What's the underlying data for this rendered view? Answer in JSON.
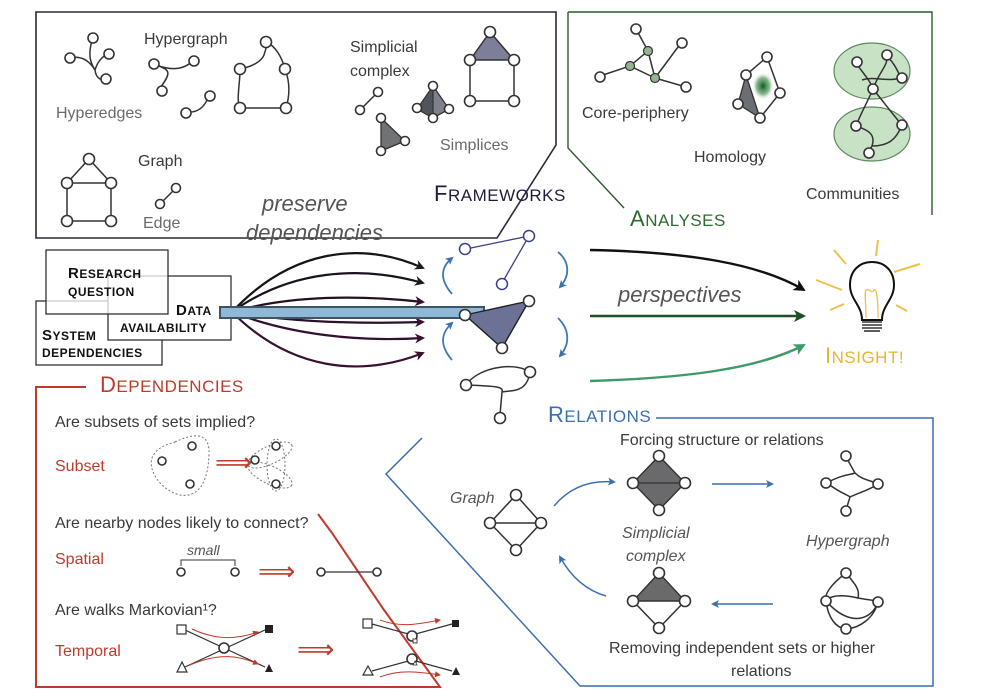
{
  "colors": {
    "frameworks": "#2a2a4a",
    "analyses": "#2e6a2e",
    "dependencies": "#c0392b",
    "relations": "#3c6fb0",
    "insight": "#e8b531",
    "data_bar": "#8fb8d6"
  },
  "frameworks_panel": {
    "hypergraph_title": "Hypergraph",
    "hyperedges_label": "Hyperedges",
    "simplicial_title_1": "Simplicial",
    "simplicial_title_2": "complex",
    "simplices_label": "Simplices",
    "graph_title": "Graph",
    "edge_label": "Edge"
  },
  "analyses_panel": {
    "core_periphery": "Core-periphery",
    "homology": "Homology",
    "communities": "Communities"
  },
  "headings": {
    "frameworks_first": "F",
    "frameworks_rest": "RAMEWORKS",
    "analyses_first": "A",
    "analyses_rest": "NALYSES",
    "dependencies_first": "D",
    "dependencies_rest": "EPENDENCIES",
    "relations_first": "R",
    "relations_rest": "ELATIONS",
    "insight_first": "I",
    "insight_rest": "NSIGHT!"
  },
  "flow": {
    "preserve": "preserve",
    "dependencies": "dependencies",
    "perspectives": "perspectives"
  },
  "inputs": {
    "research_1a": "R",
    "research_1b": "ESEARCH",
    "research_2": "QUESTION",
    "data_1a": "D",
    "data_1b": "ATA",
    "data_2": "AVAILABILITY",
    "system_1a": "S",
    "system_1b": "YSTEM",
    "system_2": "DEPENDENCIES"
  },
  "dependencies_panel": {
    "q_subset": "Are subsets of sets implied?",
    "subset": "Subset",
    "q_spatial": "Are nearby nodes likely to connect?",
    "spatial": "Spatial",
    "small": "small",
    "q_temporal": "Are walks Markovian¹?",
    "temporal": "Temporal",
    "implies_glyph": "⟹"
  },
  "relations_panel": {
    "forcing": "Forcing structure or relations",
    "graph": "Graph",
    "simplicial_1": "Simplicial",
    "simplicial_2": "complex",
    "hypergraph": "Hypergraph",
    "removing_1": "Removing independent sets or higher",
    "removing_2": "relations"
  }
}
